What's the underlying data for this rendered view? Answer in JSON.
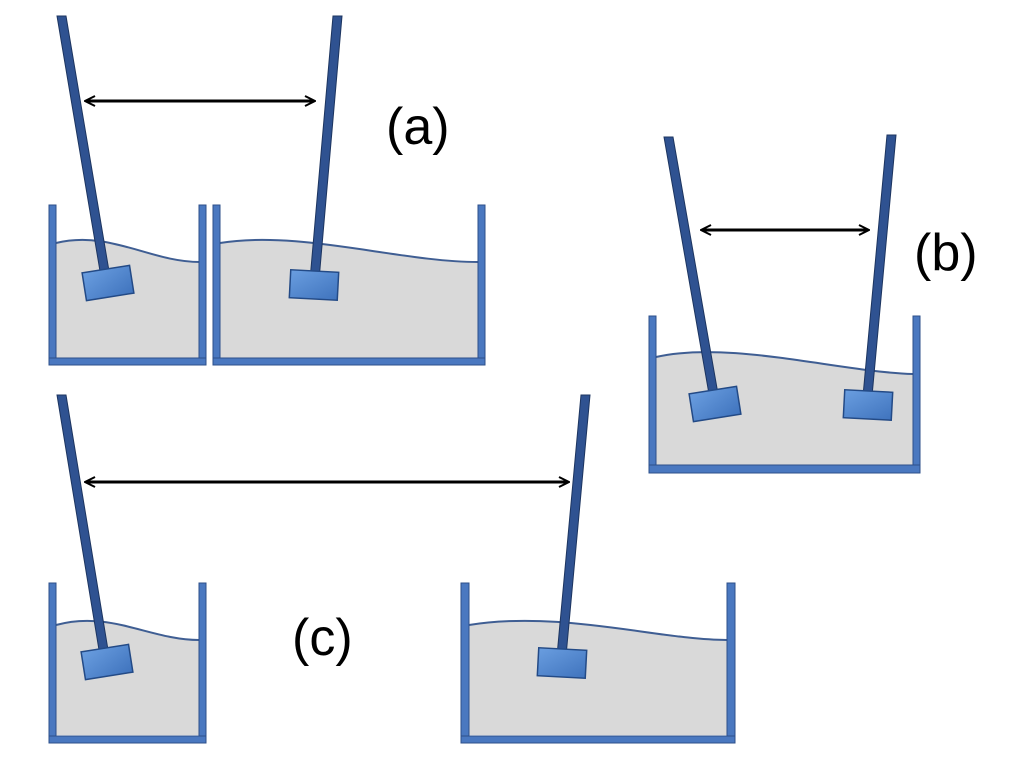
{
  "labels": {
    "a": "(a)",
    "b": "(b)",
    "c": "(c)"
  },
  "colors": {
    "container": "#4a78c0",
    "container_edge": "#2d4f8a",
    "liquid": "#d9d9d9",
    "liquid_surface": "#3f5e93",
    "rod": "#2f5291",
    "rod_edge": "#1d3560",
    "paddle": "#4f86cf",
    "paddle_edge": "#234a86",
    "arrow": "#000000"
  }
}
